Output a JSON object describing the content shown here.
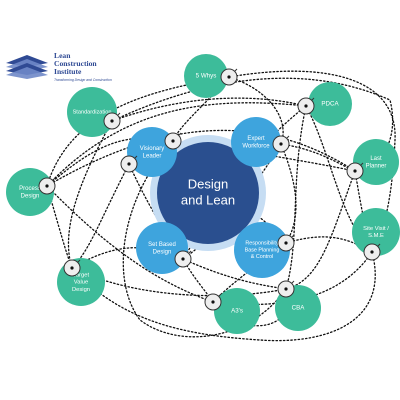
{
  "brand": {
    "name_line1": "Lean",
    "name_line2": "Construction",
    "name_line3": "Institute",
    "tagline": "Transforming Design and Construction",
    "logo_icon": "lci-stacked-chevrons-icon",
    "colors": {
      "primary": "#2f4a94",
      "secondary": "#6f88c8"
    }
  },
  "center": {
    "line1": "Design",
    "line2": "and Lean",
    "colors": {
      "fill": "#2a4f8f",
      "ring": "#c6ddf3"
    }
  },
  "inner_nodes": [
    {
      "id": "visionary",
      "lines": [
        "Visionary",
        "Leader"
      ]
    },
    {
      "id": "expert",
      "lines": [
        "Expert",
        "Workforce"
      ]
    },
    {
      "id": "setbased",
      "lines": [
        "Set Based",
        "Design"
      ]
    },
    {
      "id": "responsibility",
      "lines": [
        "Responsibility",
        "Base Planning",
        "& Control"
      ]
    }
  ],
  "outer_nodes": [
    {
      "id": "whys",
      "lines": [
        "5 Whys"
      ]
    },
    {
      "id": "standardization",
      "lines": [
        "Standardization"
      ]
    },
    {
      "id": "pdca",
      "lines": [
        "PDCA"
      ]
    },
    {
      "id": "lastplanner",
      "lines": [
        "Last",
        "Planner"
      ]
    },
    {
      "id": "process",
      "lines": [
        "Process",
        "Design"
      ]
    },
    {
      "id": "sitevisit",
      "lines": [
        "Site Visit /",
        "S.M.E"
      ]
    },
    {
      "id": "targetvalue",
      "lines": [
        "Target",
        "Value",
        "Design"
      ]
    },
    {
      "id": "a3s",
      "lines": [
        "A3's"
      ]
    },
    {
      "id": "cba",
      "lines": [
        "CBA"
      ]
    }
  ],
  "colors": {
    "inner_fill": "#3ea4dd",
    "outer_fill": "#3dbc9a",
    "marker_fill": "#eeeeee",
    "marker_stroke": "#333333",
    "connector": "#111111"
  },
  "icons": {
    "marker": "magnifier-circle-icon"
  }
}
